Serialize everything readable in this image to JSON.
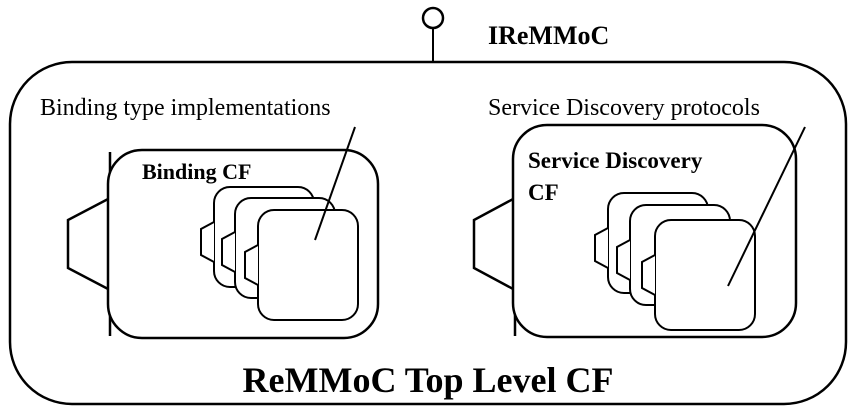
{
  "diagram": {
    "interface_label": "IReMMoC",
    "top_level_label": "ReMMoC Top Level CF",
    "binding": {
      "title": "Binding CF",
      "annotation": "Binding type implementations"
    },
    "service_discovery": {
      "title_line1": "Service Discovery",
      "title_line2": "CF",
      "annotation": "Service Discovery protocols"
    }
  }
}
